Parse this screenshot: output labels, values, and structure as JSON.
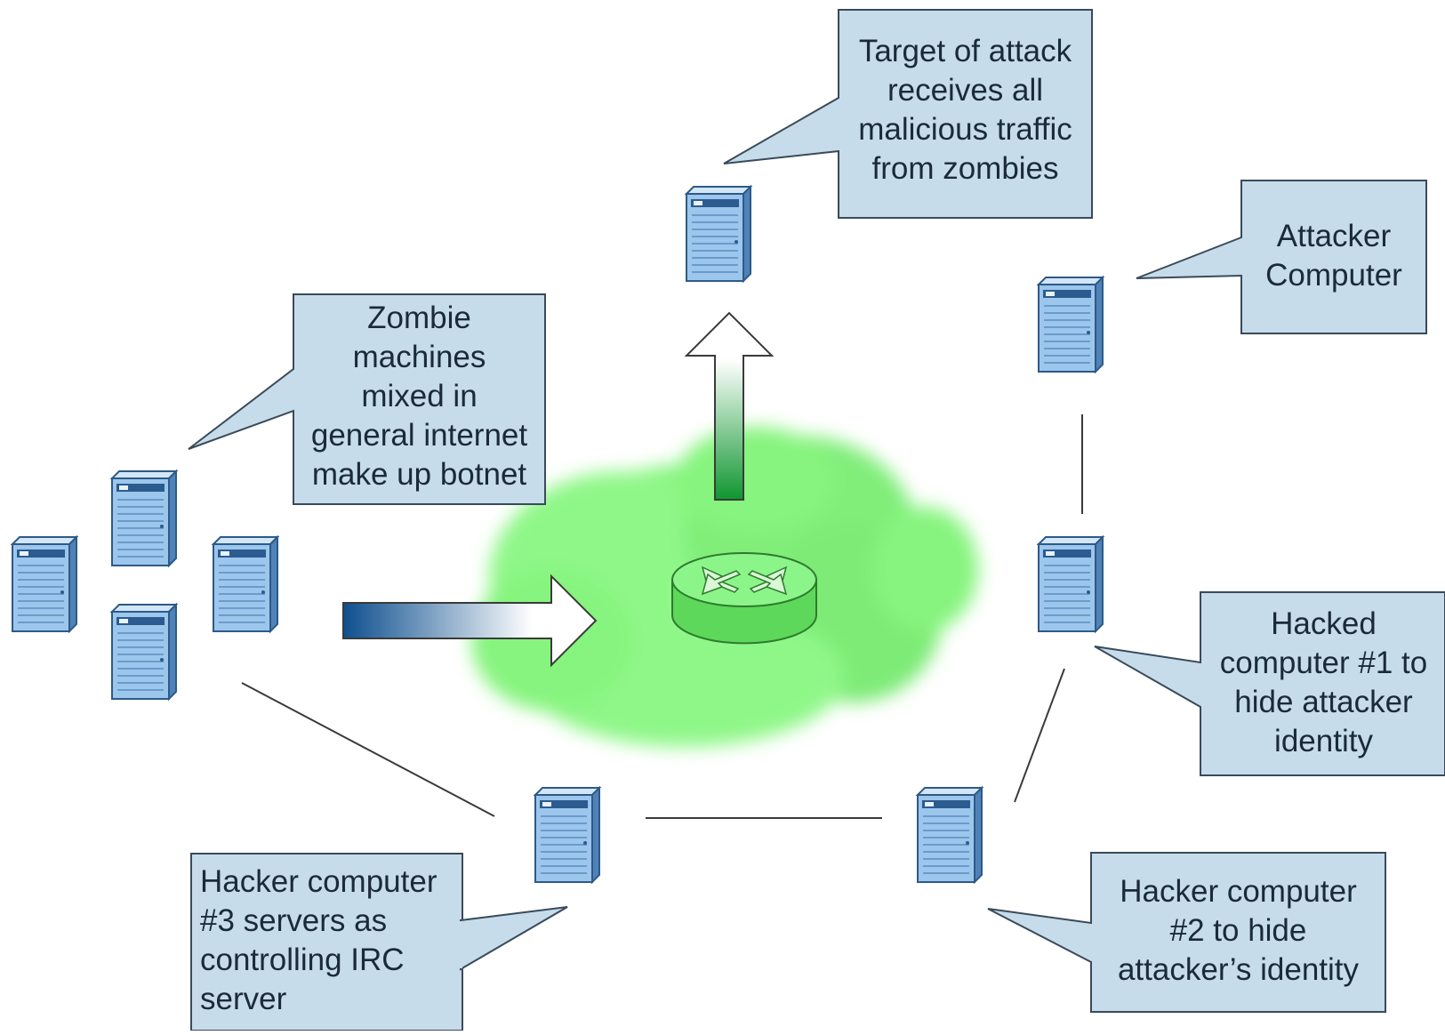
{
  "callouts": {
    "target": "Target of attack\nreceives all\nmalicious traffic\nfrom zombies",
    "attacker": "Attacker\nComputer",
    "zombies": "Zombie\nmachines\nmixed in\ngeneral internet\nmake up botnet",
    "hacked1": "Hacked\ncomputer #1 to\nhide attacker\nidentity",
    "hacker3": "Hacker computer\n#3 servers as\ncontrolling IRC\nserver",
    "hacker2": "Hacker computer\n#2 to hide\nattacker’s identity"
  },
  "colors": {
    "callout_fill": "#c6dceb",
    "callout_stroke": "#3a4a5a",
    "cloud": "#86f47e",
    "server_face": "#9cc6ec",
    "server_side": "#5a8fc4",
    "arrow_blue": "#0e4f8e",
    "arrow_green": "#0f9630",
    "line": "#3a3a3a"
  },
  "icons": {
    "server": "server-icon",
    "router": "router-icon",
    "cloud": "internet-cloud"
  }
}
